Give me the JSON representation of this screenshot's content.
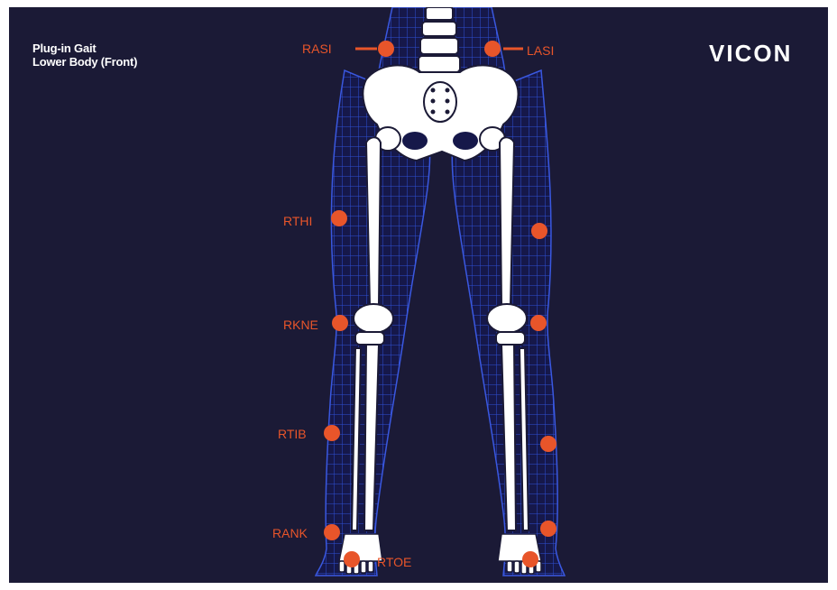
{
  "title": {
    "line1": "Plug-in Gait",
    "line2": "Lower Body (Front)"
  },
  "logo": "VICON",
  "colors": {
    "background": "#1b1a36",
    "marker": "#e8552a",
    "mesh": "#2b46c7",
    "bone": "#ffffff"
  },
  "markers": {
    "rasi": "RASI",
    "lasi": "LASI",
    "rthi": "RTHI",
    "rkne": "RKNE",
    "rtib": "RTIB",
    "rank": "RANK",
    "rtoe": "RTOE"
  }
}
